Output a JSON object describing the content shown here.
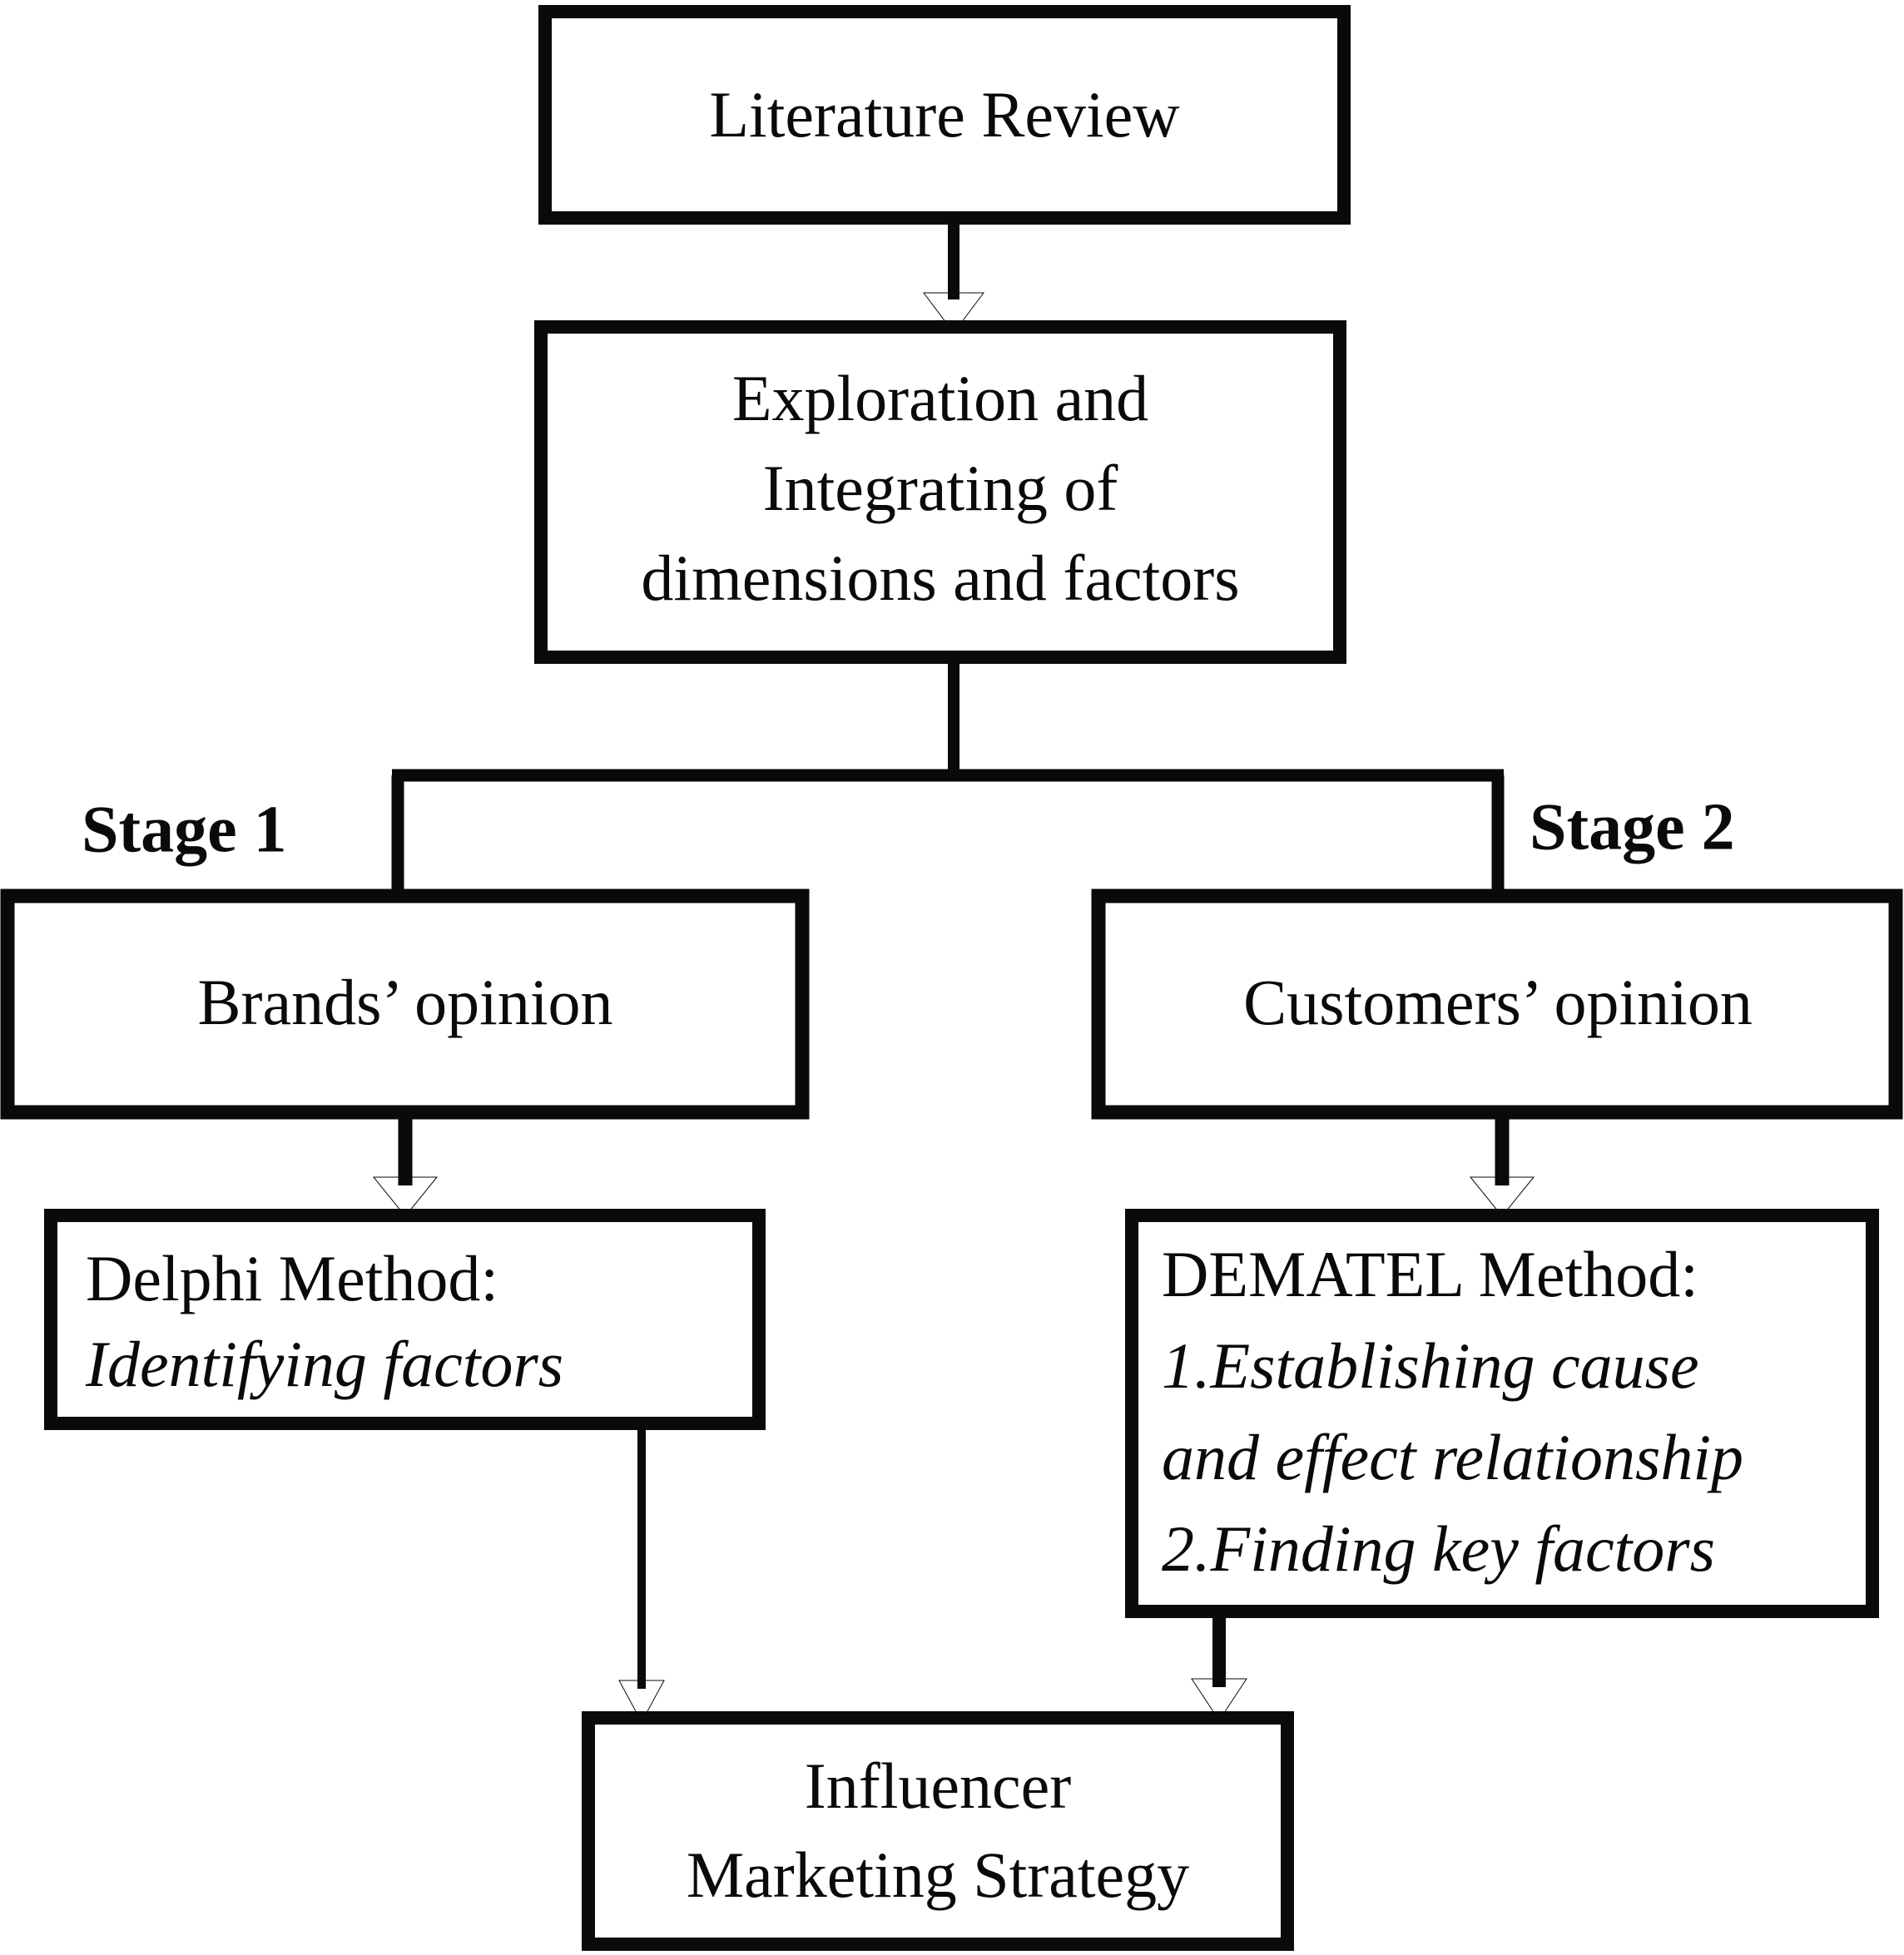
{
  "diagram": {
    "type": "flowchart",
    "title": "Research framework flowchart",
    "orientation": "top-to-bottom",
    "background_color": "#ffffff",
    "line_color": "#0a0a0a",
    "box_fill": "#ffffff",
    "nodes": {
      "literature_review": {
        "label": "Literature Review",
        "lines": [
          "Literature Review"
        ]
      },
      "exploration": {
        "label": "Exploration and Integrating of dimensions and factors",
        "lines": [
          "Exploration and",
          "Integrating of",
          "dimensions and factors"
        ]
      },
      "brands_opinion": {
        "label": "Brands’ opinion",
        "lines": [
          "Brands’ opinion"
        ]
      },
      "customers_opinion": {
        "label": "Customers’ opinion",
        "lines": [
          "Customers’ opinion"
        ]
      },
      "delphi_method": {
        "heading": "Delphi Method:",
        "items": [
          "Identifying factors"
        ]
      },
      "dematel_method": {
        "heading": "DEMATEL Method:",
        "items": [
          "1.Establishing cause",
          "and effect relationship",
          "2.Finding key factors"
        ]
      },
      "influencer_strategy": {
        "label": "Influencer Marketing Strategy",
        "lines": [
          "Influencer",
          "Marketing Strategy"
        ]
      }
    },
    "stage_labels": {
      "stage_1": "Stage 1",
      "stage_2": "Stage 2"
    },
    "edges": [
      {
        "from": "literature_review",
        "to": "exploration",
        "style": "arrow"
      },
      {
        "from": "exploration",
        "to": "brands_opinion",
        "style": "branch-line"
      },
      {
        "from": "exploration",
        "to": "customers_opinion",
        "style": "branch-line"
      },
      {
        "from": "brands_opinion",
        "to": "delphi_method",
        "style": "arrow"
      },
      {
        "from": "customers_opinion",
        "to": "dematel_method",
        "style": "arrow"
      },
      {
        "from": "delphi_method",
        "to": "influencer_strategy",
        "style": "arrow"
      },
      {
        "from": "dematel_method",
        "to": "influencer_strategy",
        "style": "arrow"
      }
    ]
  }
}
